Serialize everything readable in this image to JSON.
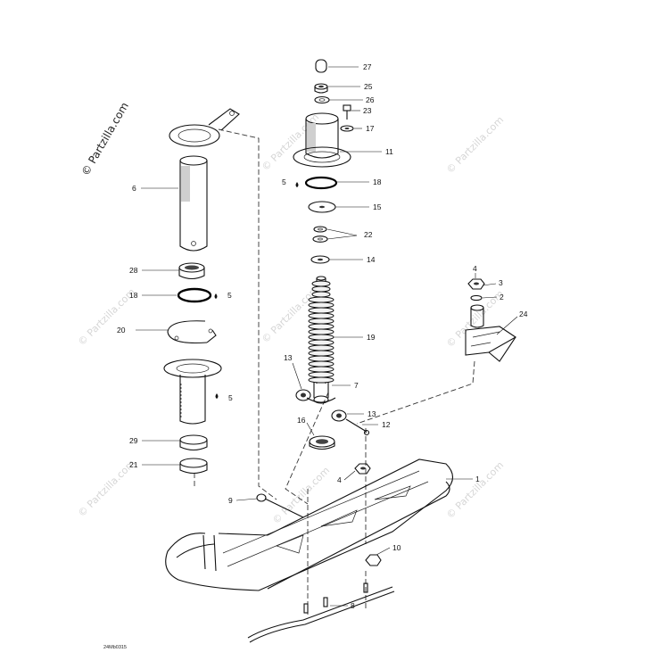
{
  "watermark": {
    "brand": "© Partzilla.com",
    "faint": "© Partzilla.com"
  },
  "drawing_ref": "24Mb0315",
  "callouts": [
    {
      "id": "c27",
      "label": "27"
    },
    {
      "id": "c25",
      "label": "25"
    },
    {
      "id": "c26",
      "label": "26"
    },
    {
      "id": "c23",
      "label": "23"
    },
    {
      "id": "c17",
      "label": "17"
    },
    {
      "id": "c11",
      "label": "11"
    },
    {
      "id": "c18a",
      "label": "18"
    },
    {
      "id": "c5a",
      "label": "5"
    },
    {
      "id": "c15",
      "label": "15"
    },
    {
      "id": "c22",
      "label": "22"
    },
    {
      "id": "c14",
      "label": "14"
    },
    {
      "id": "c19",
      "label": "19"
    },
    {
      "id": "c7",
      "label": "7"
    },
    {
      "id": "c13a",
      "label": "13"
    },
    {
      "id": "c13b",
      "label": "13"
    },
    {
      "id": "c12",
      "label": "12"
    },
    {
      "id": "c16",
      "label": "16"
    },
    {
      "id": "c6",
      "label": "6"
    },
    {
      "id": "c28",
      "label": "28"
    },
    {
      "id": "c18b",
      "label": "18"
    },
    {
      "id": "c5b",
      "label": "5"
    },
    {
      "id": "c20",
      "label": "20"
    },
    {
      "id": "c5c",
      "label": "5"
    },
    {
      "id": "c29",
      "label": "29"
    },
    {
      "id": "c21",
      "label": "21"
    },
    {
      "id": "c4a",
      "label": "4"
    },
    {
      "id": "c3",
      "label": "3"
    },
    {
      "id": "c2",
      "label": "2"
    },
    {
      "id": "c24",
      "label": "24"
    },
    {
      "id": "c1",
      "label": "1"
    },
    {
      "id": "c4b",
      "label": "4"
    },
    {
      "id": "c9",
      "label": "9"
    },
    {
      "id": "c10",
      "label": "10"
    },
    {
      "id": "c8",
      "label": "8"
    }
  ]
}
